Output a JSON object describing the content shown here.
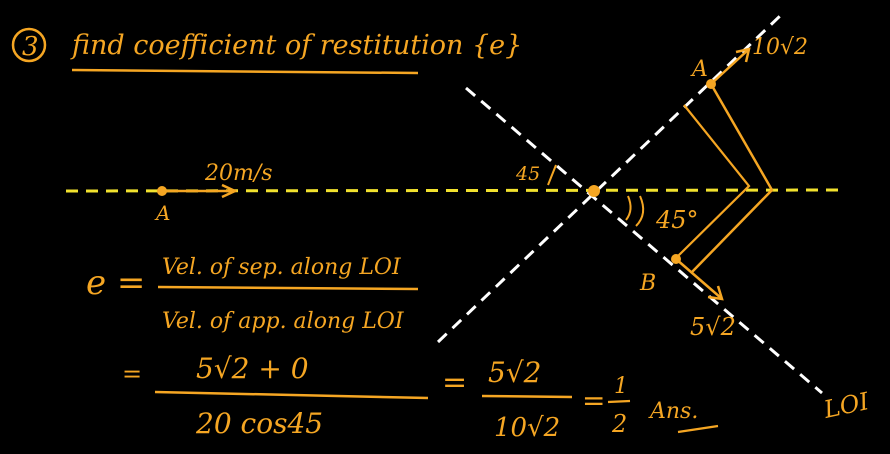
{
  "colors": {
    "background": "#000000",
    "ink_orange": "#F5A623",
    "line_yellow": "#F2E22E",
    "line_white": "#FFFFFF"
  },
  "title": {
    "number": "3",
    "text": "find coefficient of restitution {e}"
  },
  "left_diagram": {
    "point_label": "A",
    "velocity_label": "20m/s"
  },
  "right_diagram": {
    "point_a_label": "A",
    "point_b_label": "B",
    "velocity_a_label": "10√2",
    "velocity_b_label": "5√2",
    "angle_upper_label": "45",
    "angle_lower_label": "45°",
    "loi_label": "LOI"
  },
  "formula": {
    "lhs": "e =",
    "numerator": "Vel. of sep. along LOI",
    "denominator": "Vel. of app. along LOI",
    "line2_prefix": "=",
    "line2_numerator": "5√2 + 0",
    "line2_denominator": "20 cos45",
    "eq": "=",
    "frac2_numerator": "5√2",
    "frac2_denominator": "10√2",
    "eq2": "=",
    "result_numerator": "1",
    "result_denominator": "2",
    "answer_label": "Ans."
  }
}
